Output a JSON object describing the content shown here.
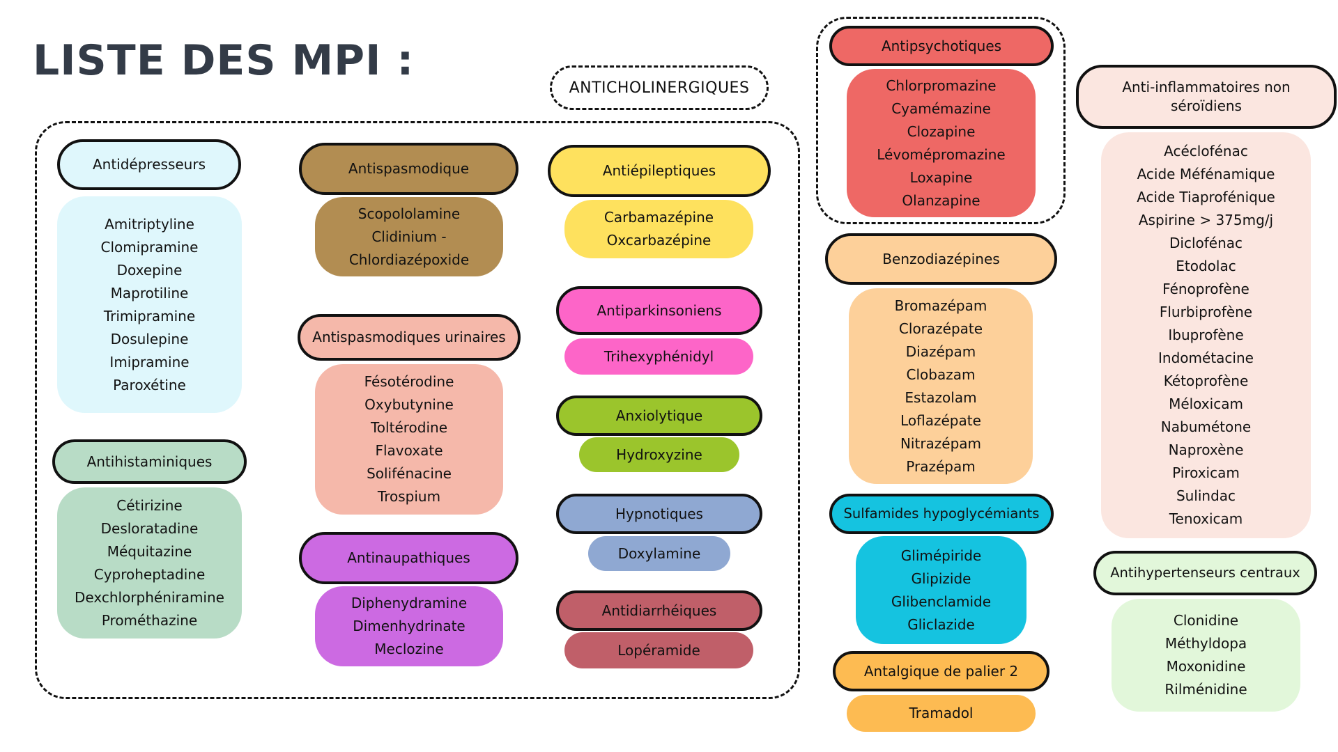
{
  "title": "LISTE DES MPI :",
  "anticholinergic_label": "ANTICHOLINERGIQUES",
  "groups": {
    "antidepresseurs": {
      "label": "Antidépresseurs",
      "color": "#dff7fc",
      "drugs": [
        "Amitriptyline",
        "Clomipramine",
        "Doxepine",
        "Maprotiline",
        "Trimipramine",
        "Dosulepine",
        "Imipramine",
        "Paroxétine"
      ]
    },
    "antihistaminiques": {
      "label": "Antihistaminiques",
      "color": "#b8dcc6",
      "drugs": [
        "Cétirizine",
        "Desloratadine",
        "Méquitazine",
        "Cyproheptadine",
        "Dexchlorphéniramine",
        "Prométhazine"
      ]
    },
    "antispasmodique": {
      "label": "Antispasmodique",
      "color": "#b28d52",
      "drugs": [
        "Scopololamine",
        "Clidinium -",
        "Chlordiazépoxide"
      ]
    },
    "antispasmodiques_urinaires": {
      "label": "Antispasmodiques urinaires",
      "color": "#f5b8aa",
      "drugs": [
        "Fésotérodine",
        "Oxybutynine",
        "Toltérodine",
        "Flavoxate",
        "Solifénacine",
        "Trospium"
      ]
    },
    "antinaupathiques": {
      "label": "Antinaupathiques",
      "color": "#cc6ae2",
      "drugs": [
        "Diphenydramine",
        "Dimenhydrinate",
        "Meclozine"
      ]
    },
    "antiepileptiques": {
      "label": "Antiépileptiques",
      "color": "#fee15e",
      "drugs": [
        "Carbamazépine",
        "Oxcarbazépine"
      ]
    },
    "antiparkinsoniens": {
      "label": "Antiparkinsoniens",
      "color": "#fd65c8",
      "drugs": [
        "Trihexyphénidyl"
      ]
    },
    "anxiolytique": {
      "label": "Anxiolytique",
      "color": "#9bc52c",
      "drugs": [
        "Hydroxyzine"
      ]
    },
    "hypnotiques": {
      "label": "Hypnotiques",
      "color": "#8fa8d2",
      "drugs": [
        "Doxylamine"
      ]
    },
    "antidiarrheiques": {
      "label": "Antidiarrhéiques",
      "color": "#c05f69",
      "drugs": [
        "Lopéramide"
      ]
    },
    "antipsychotiques": {
      "label": "Antipsychotiques",
      "color": "#ee6865",
      "drugs": [
        "Chlorpromazine",
        "Cyamémazine",
        "Clozapine",
        "Lévomépromazine",
        "Loxapine",
        "Olanzapine"
      ]
    },
    "benzodiazepines": {
      "label": "Benzodiazépines",
      "color": "#fdd09a",
      "drugs": [
        "Bromazépam",
        "Clorazépate",
        "Diazépam",
        "Clobazam",
        "Estazolam",
        "Loflazépate",
        "Nitrazépam",
        "Prazépam"
      ]
    },
    "sulfamides": {
      "label": "Sulfamides hypoglycémiants",
      "color": "#15c3e0",
      "drugs": [
        "Glimépiride",
        "Glipizide",
        "Glibenclamide",
        "Gliclazide"
      ]
    },
    "antalgique": {
      "label": "Antalgique de palier 2",
      "color": "#fdbb52",
      "drugs": [
        "Tramadol"
      ]
    },
    "ains": {
      "label": "Anti-inflammatoires non séroïdiens",
      "color": "#fbe6e0",
      "drugs": [
        "Acéclofénac",
        "Acide Méfénamique",
        "Acide Tiaprofénique",
        "Aspirine > 375mg/j",
        "Diclofénac",
        "Etodolac",
        "Fénoprofène",
        "Flurbiprofène",
        "Ibuprofène",
        "Indométacine",
        "Kétoprofène",
        "Méloxicam",
        "Nabumétone",
        "Naproxène",
        "Piroxicam",
        "Sulindac",
        "Tenoxicam"
      ]
    },
    "antihypertenseurs": {
      "label": "Antihypertenseurs centraux",
      "color": "#e2f7da",
      "drugs": [
        "Clonidine",
        "Méthyldopa",
        "Moxonidine",
        "Rilménidine"
      ]
    }
  }
}
